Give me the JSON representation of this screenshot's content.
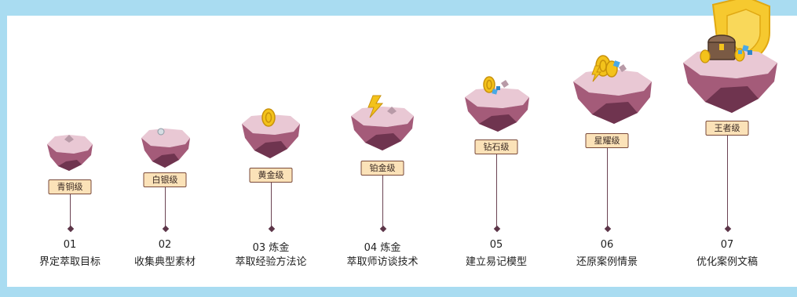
{
  "colors": {
    "frame": "#a9dcf1",
    "island_top": "#e9c8d4",
    "island_side": "#a45b79",
    "island_dark": "#6f344f",
    "badge_fill": "#fbe2b8",
    "badge_border": "#7a4a3a",
    "gold": "#f3c21b",
    "gem": "#49a9e6",
    "line": "#6b4353"
  },
  "stages": [
    {
      "badge": "青铜级",
      "number": "01",
      "title": "界定萃取目标",
      "item": "stone-icon"
    },
    {
      "badge": "白银级",
      "number": "02",
      "title": "收集典型素材",
      "item": "silver-coin-icon"
    },
    {
      "badge": "黄金级",
      "number": "03 炼金",
      "title": "萃取经验方法论",
      "item": "gold-coin-icon"
    },
    {
      "badge": "铂金级",
      "number": "04 炼金",
      "title": "萃取师访谈技术",
      "item": "lightning-icon"
    },
    {
      "badge": "钻石级",
      "number": "05",
      "title": "建立易记模型",
      "item": "coins-and-gems-icon"
    },
    {
      "badge": "星耀级",
      "number": "06",
      "title": "还原案例情景",
      "item": "coins-gems-lightning-icon"
    },
    {
      "badge": "王者级",
      "number": "07",
      "title": "优化案例文稿",
      "item": "treasure-chest-shield-icon"
    }
  ]
}
